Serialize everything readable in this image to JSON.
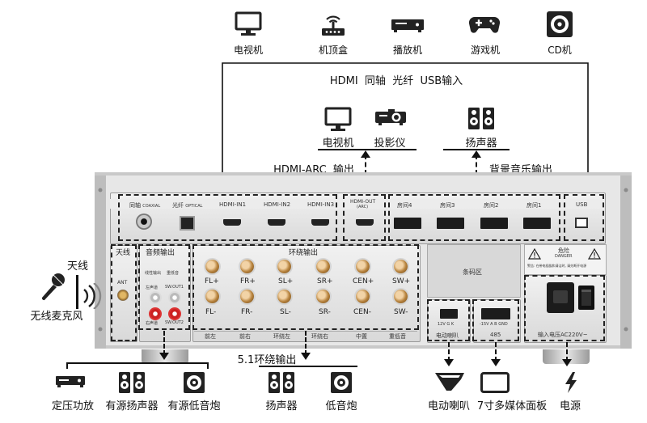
{
  "top_sources": [
    {
      "label": "电视机",
      "icon": "tv-icon"
    },
    {
      "label": "机顶盒",
      "icon": "router-icon"
    },
    {
      "label": "播放机",
      "icon": "player-icon"
    },
    {
      "label": "游戏机",
      "icon": "gamepad-icon"
    },
    {
      "label": "CD机",
      "icon": "disc-icon"
    }
  ],
  "source_caption": "HDMI  同轴  光纤  USB输入",
  "mid_outputs": [
    {
      "label": "电视机",
      "icon": "tv-icon"
    },
    {
      "label": "投影仪",
      "icon": "projector-icon"
    },
    {
      "label": "扬声器",
      "icon": "speaker-icon"
    }
  ],
  "hdmi_arc_caption": "HDMI-ARC  输出",
  "bg_music_caption": "背景音乐输出",
  "rear_panel": {
    "top_labels": {
      "coaxial": "同轴",
      "coaxial_en": "COAXIAL",
      "optical": "光纤",
      "optical_en": "OPTICAL",
      "hdmi_in1": "HDMI-IN1",
      "hdmi_in2": "HDMI-IN2",
      "hdmi_in3": "HDMI-IN3",
      "hdmi_out": "HDMI-OUT",
      "hdmi_out_arc": "(ARC)",
      "room4": "房间4",
      "room3": "房间3",
      "room2": "房间2",
      "room1": "房间1",
      "usb": "USB"
    },
    "antenna_box": "天线",
    "ant_label": "ANT",
    "audio_out_box": "音频输出",
    "audio_out_sub": [
      "线性输出",
      "重低音",
      "左声道",
      "SW.OUT1",
      "右声道",
      "SW.OUT2"
    ],
    "surround_box": "环绕输出",
    "speaker_plus": [
      "FL+",
      "FR+",
      "SL+",
      "SR+",
      "CEN+",
      "SW+"
    ],
    "speaker_minus": [
      "FL-",
      "FR-",
      "SL-",
      "SR-",
      "CEN-",
      "SW-"
    ],
    "speaker_names": [
      "前左",
      "前右",
      "环绕左",
      "环绕右",
      "中置",
      "重低音"
    ],
    "barcode_area": "条码区",
    "warning_title": "危险",
    "warning_en": "DANGER",
    "warning_text": "警告: 在带电插拔和清洁时, 请先断开电源",
    "mic_terminal_label": "12V G K",
    "rs485_terminal_label": "-15V A B GND",
    "mic_box": "电动喇叭",
    "rs485_box": "485",
    "power_box": "输入电压AC220V~"
  },
  "side_labels": {
    "antenna": "天线",
    "wireless_mic": "无线麦克风"
  },
  "surround_caption": "5.1环绕输出",
  "bottom_items": [
    {
      "label": "定压功放",
      "icon": "amplifier-icon"
    },
    {
      "label": "有源扬声器",
      "icon": "speaker-icon"
    },
    {
      "label": "有源低音炮",
      "icon": "subwoofer-icon"
    },
    {
      "label": "扬声器",
      "icon": "speaker-icon"
    },
    {
      "label": "低音炮",
      "icon": "subwoofer-icon"
    },
    {
      "label": "电动喇叭",
      "icon": "horn-icon"
    },
    {
      "label": "7寸多媒体面板",
      "icon": "tablet-icon"
    },
    {
      "label": "电源",
      "icon": "lightning-icon"
    }
  ]
}
